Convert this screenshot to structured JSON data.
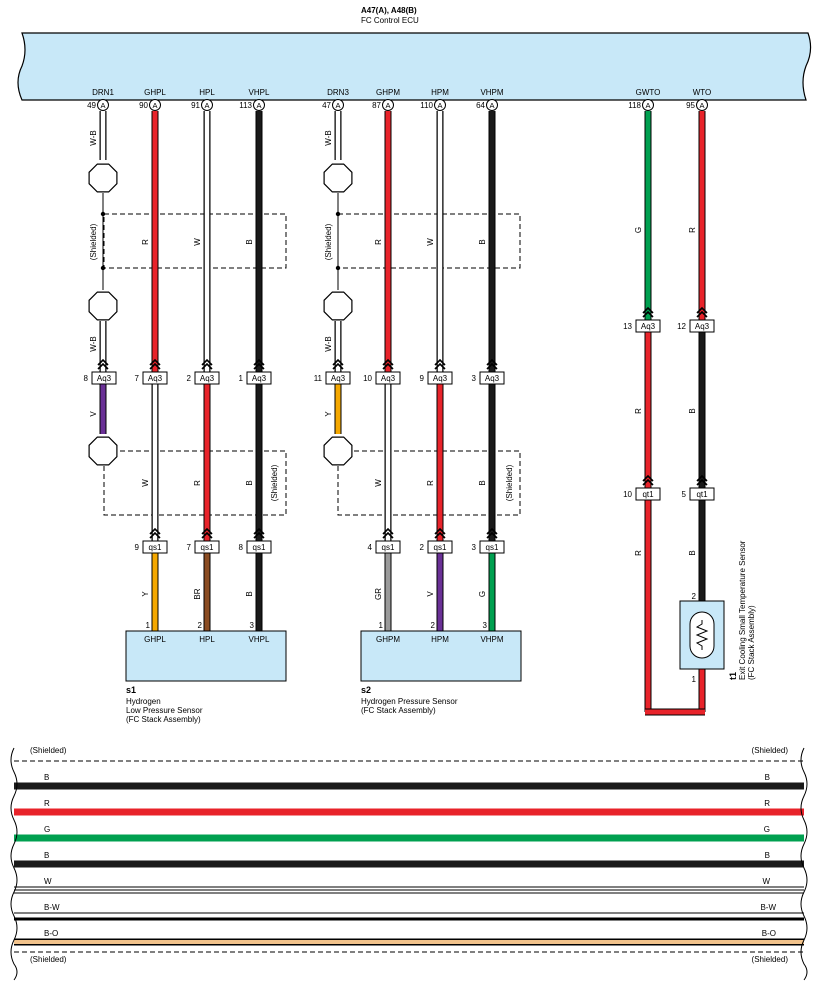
{
  "ecu": {
    "connector_title": "A47(A), A48(B)",
    "name": "FC Control ECU",
    "fill": "#c8e8f8"
  },
  "colors": {
    "W-B": "#ffffff",
    "R": "#e8232a",
    "W": "#ffffff",
    "B": "#1a1a1a",
    "V": "#6a3096",
    "Y": "#f5a800",
    "G": "#00a050",
    "GR": "#9a9a9a",
    "BR": "#8b4c22",
    "B-O": "#f2c38c",
    "sensor_fill": "#c8e8f8"
  },
  "ecu_pins": [
    {
      "name": "DRN1",
      "pin": "49",
      "conn": "A"
    },
    {
      "name": "GHPL",
      "pin": "90",
      "conn": "A"
    },
    {
      "name": "HPL",
      "pin": "91",
      "conn": "A"
    },
    {
      "name": "VHPL",
      "pin": "113",
      "conn": "A"
    },
    {
      "name": "DRN3",
      "pin": "47",
      "conn": "A"
    },
    {
      "name": "GHPM",
      "pin": "87",
      "conn": "A"
    },
    {
      "name": "HPM",
      "pin": "110",
      "conn": "A"
    },
    {
      "name": "VHPM",
      "pin": "64",
      "conn": "A"
    },
    {
      "name": "GWTO",
      "pin": "118",
      "conn": "A"
    },
    {
      "name": "WTO",
      "pin": "95",
      "conn": "A"
    }
  ],
  "upper_wire_labels": [
    "W-B",
    "R",
    "W",
    "B",
    "W-B",
    "R",
    "W",
    "B",
    "G",
    "R"
  ],
  "mid_wire_labels": [
    "W-B",
    "W-B"
  ],
  "shielded_label": "(Shielded)",
  "aq3_connectors": [
    {
      "pin": "8",
      "name": "Aq3"
    },
    {
      "pin": "7",
      "name": "Aq3"
    },
    {
      "pin": "2",
      "name": "Aq3"
    },
    {
      "pin": "1",
      "name": "Aq3"
    },
    {
      "pin": "11",
      "name": "Aq3"
    },
    {
      "pin": "10",
      "name": "Aq3"
    },
    {
      "pin": "9",
      "name": "Aq3"
    },
    {
      "pin": "3",
      "name": "Aq3"
    },
    {
      "pin": "13",
      "name": "Aq3"
    },
    {
      "pin": "12",
      "name": "Aq3"
    }
  ],
  "lower_wire_labels": [
    "V",
    "W",
    "R",
    "B",
    "Y",
    "W",
    "R",
    "B",
    "R",
    "B"
  ],
  "qs1_connectors": [
    {
      "pin": "9",
      "name": "qs1"
    },
    {
      "pin": "7",
      "name": "qs1"
    },
    {
      "pin": "8",
      "name": "qs1"
    },
    {
      "pin": "4",
      "name": "qs1"
    },
    {
      "pin": "2",
      "name": "qs1"
    },
    {
      "pin": "3",
      "name": "qs1"
    }
  ],
  "qt1_connectors": [
    {
      "pin": "10",
      "name": "qt1"
    },
    {
      "pin": "5",
      "name": "qt1"
    }
  ],
  "sensor_wire_labels": [
    "Y",
    "BR",
    "B",
    "GR",
    "V",
    "G",
    "R",
    "B"
  ],
  "sensor_s1": {
    "code": "s1",
    "pins": [
      "1",
      "2",
      "3"
    ],
    "terminals": [
      "GHPL",
      "HPL",
      "VHPL"
    ],
    "desc_lines": [
      "Hydrogen",
      "Low Pressure Sensor",
      "(FC Stack Assembly)"
    ]
  },
  "sensor_s2": {
    "code": "s2",
    "pins": [
      "1",
      "2",
      "3"
    ],
    "terminals": [
      "GHPM",
      "HPM",
      "VHPM"
    ],
    "desc_lines": [
      "Hydrogen Pressure Sensor",
      "(FC Stack Assembly)"
    ]
  },
  "sensor_t1": {
    "code": "t1",
    "pins": [
      "2",
      "1"
    ],
    "desc_lines": [
      "Exit Cooling Small Temperature Sensor",
      "(FC Stack Assembly)"
    ]
  },
  "legend": {
    "top": "(Shielded)",
    "rows": [
      "B",
      "R",
      "G",
      "B",
      "W",
      "B-W",
      "B-O"
    ],
    "bottom": "(Shielded)"
  }
}
